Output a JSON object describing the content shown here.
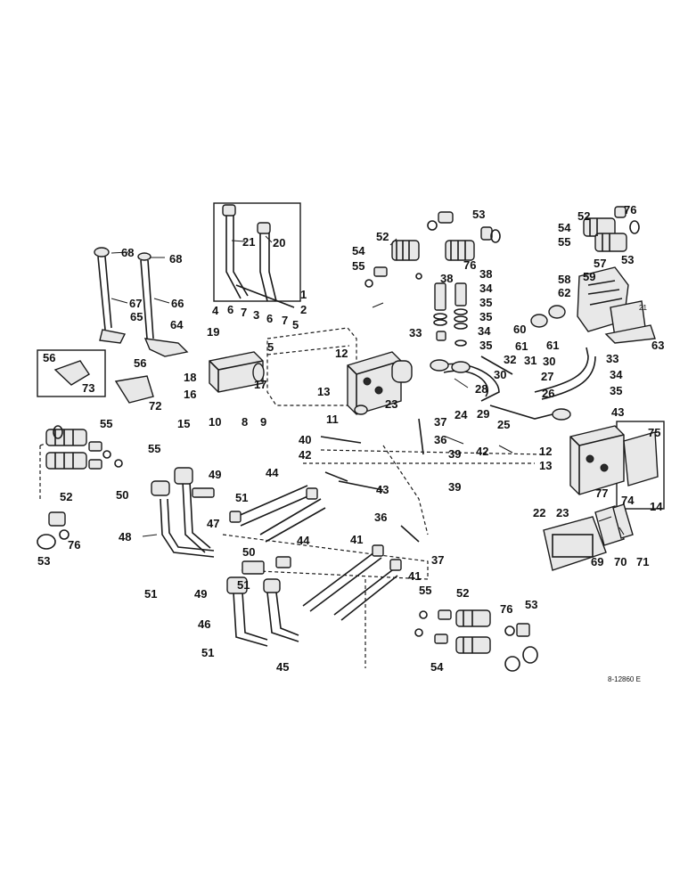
{
  "diagram": {
    "reference_code": "8-12860 E",
    "callouts": [
      "1",
      "2",
      "3",
      "4",
      "5",
      "5",
      "6",
      "6",
      "7",
      "7",
      "8",
      "9",
      "10",
      "11",
      "12",
      "12",
      "13",
      "13",
      "14",
      "15",
      "16",
      "17",
      "18",
      "19",
      "20",
      "21",
      "21",
      "22",
      "23",
      "23",
      "24",
      "25",
      "26",
      "27",
      "28",
      "29",
      "30",
      "30",
      "31",
      "32",
      "33",
      "33",
      "34",
      "34",
      "34",
      "35",
      "35",
      "35",
      "35",
      "36",
      "36",
      "37",
      "37",
      "38",
      "38",
      "39",
      "39",
      "40",
      "41",
      "41",
      "42",
      "42",
      "43",
      "43",
      "44",
      "44",
      "45",
      "46",
      "47",
      "48",
      "49",
      "49",
      "50",
      "50",
      "51",
      "51",
      "51",
      "51",
      "52",
      "52",
      "52",
      "52",
      "53",
      "53",
      "53",
      "53",
      "54",
      "54",
      "54",
      "55",
      "55",
      "55",
      "55",
      "55",
      "56",
      "56",
      "57",
      "58",
      "59",
      "60",
      "61",
      "61",
      "62",
      "63",
      "64",
      "65",
      "66",
      "67",
      "68",
      "68",
      "69",
      "70",
      "71",
      "72",
      "73",
      "74",
      "75",
      "76",
      "76",
      "76",
      "76",
      "77"
    ]
  }
}
